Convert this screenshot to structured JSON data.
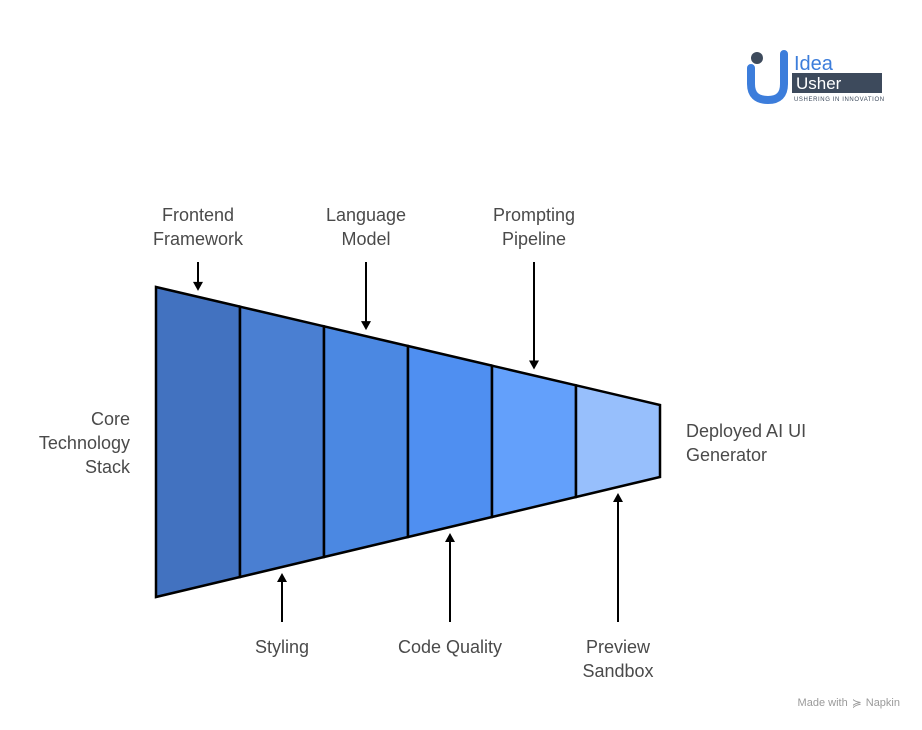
{
  "logo": {
    "line1": "Idea",
    "line2": "Usher",
    "tagline": "USHERING IN INNOVATION",
    "colors": {
      "blue": "#3c7ddb",
      "dark": "#3d4a5c"
    }
  },
  "funnel": {
    "left_label": [
      "Core",
      "Technology",
      "Stack"
    ],
    "right_label": [
      "Deployed AI UI",
      "Generator"
    ],
    "segments": [
      {
        "name": "Frontend Framework",
        "color": "#4272c0"
      },
      {
        "name": "Styling",
        "color": "#4a7fd2"
      },
      {
        "name": "Language Model",
        "color": "#4b88e2"
      },
      {
        "name": "Code Quality",
        "color": "#4f8ff1"
      },
      {
        "name": "Prompting Pipeline",
        "color": "#63a0fb"
      },
      {
        "name": "Preview Sandbox",
        "color": "#97bffc"
      }
    ],
    "top_labels": [
      {
        "lines": [
          "Frontend",
          "Framework"
        ],
        "segment": 0
      },
      {
        "lines": [
          "Language",
          "Model"
        ],
        "segment": 2
      },
      {
        "lines": [
          "Prompting",
          "Pipeline"
        ],
        "segment": 4
      }
    ],
    "bottom_labels": [
      {
        "lines": [
          "Styling"
        ],
        "segment": 1
      },
      {
        "lines": [
          "Code Quality"
        ],
        "segment": 3
      },
      {
        "lines": [
          "Preview",
          "Sandbox"
        ],
        "segment": 5
      }
    ]
  },
  "watermark": {
    "prefix": "Made with",
    "brand": "Napkin",
    "icon": "napkin-logo-icon"
  }
}
